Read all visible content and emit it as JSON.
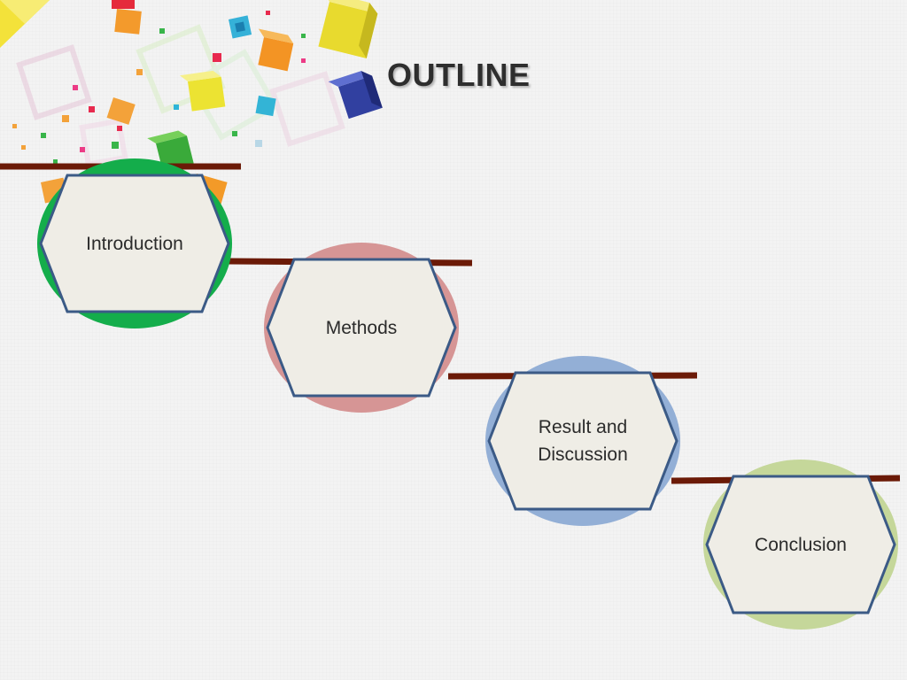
{
  "title": "OUTLINE",
  "colors": {
    "line": "#6b1a07",
    "hex_fill": "#efede6",
    "hex_stroke": "#3b5a86",
    "text": "#2b2b2b"
  },
  "steps": [
    {
      "label": "Introduction",
      "ring_color": "#14ad4b"
    },
    {
      "label": "Methods",
      "ring_color": "#d69595"
    },
    {
      "label": "Result and\nDiscussion",
      "ring_color": "#93afd6"
    },
    {
      "label": "Conclusion",
      "ring_color": "#c5d79a"
    }
  ]
}
